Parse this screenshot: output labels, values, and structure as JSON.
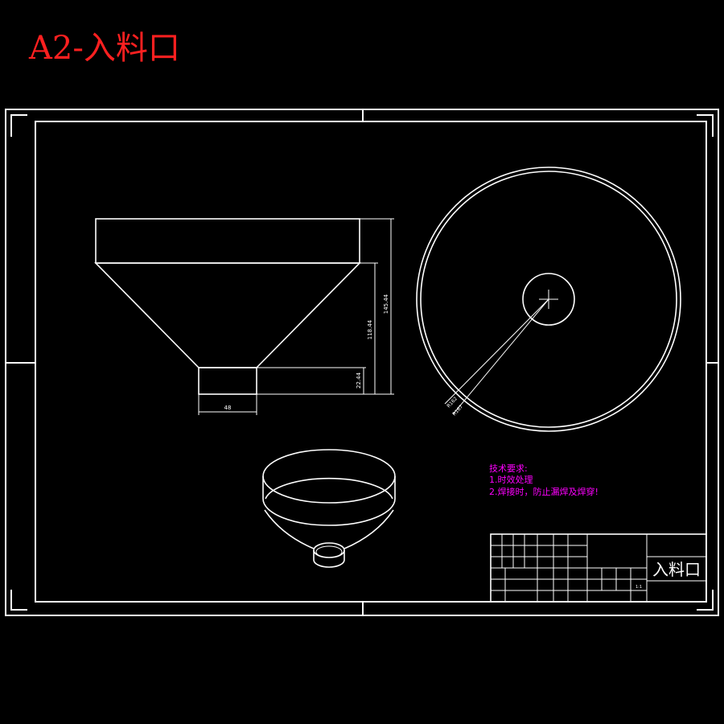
{
  "page_title": "A2-入料口",
  "dimensions": {
    "bottom_width": "48",
    "total_height": "145.44",
    "cone_height": "118.44",
    "neck_height": "22.44",
    "radius_outer": "R162",
    "radius_inner": "R167"
  },
  "tech_requirements": {
    "heading": "技术要求:",
    "item1": "1.时效处理",
    "item2": "2.焊接时，防止漏焊及焊穿!"
  },
  "title_block": {
    "part_name": "入料口",
    "scale": "1:1"
  },
  "colors": {
    "background": "#000000",
    "line": "#ffffff",
    "title_red": "#ff2020",
    "note_magenta": "#ff00ff"
  }
}
